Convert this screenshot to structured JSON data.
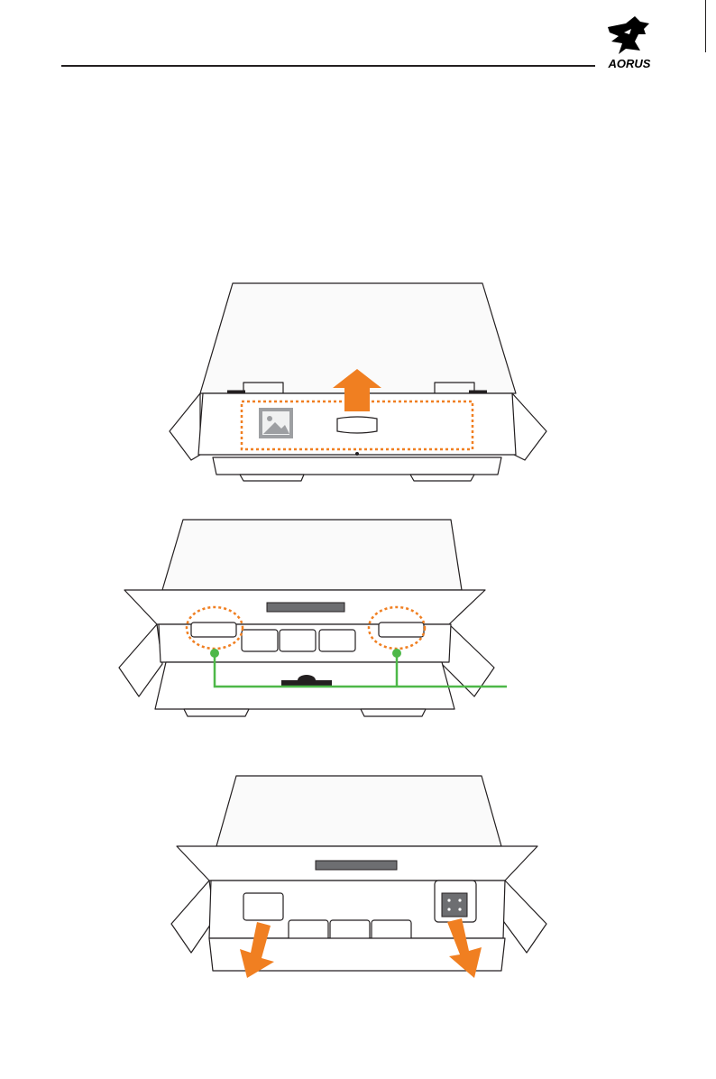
{
  "header": {
    "brand": "AORUS",
    "logo_icon": "aorus-eagle-logo-icon"
  },
  "colors": {
    "accent_orange": "#f07f21",
    "callout_green": "#4db848",
    "line": "#231f20",
    "panel_gray": "#6d6e71"
  },
  "figures": [
    {
      "name": "step-open-box-lift-inner-lid",
      "icons": [
        "up-arrow-icon",
        "image-icon",
        "handle-icon"
      ]
    },
    {
      "name": "step-locate-foam-tabs",
      "icons": [
        "dotted-circle-icon",
        "callout-line-icon"
      ]
    },
    {
      "name": "step-remove-foam-pieces",
      "icons": [
        "down-arrow-icon"
      ]
    }
  ]
}
